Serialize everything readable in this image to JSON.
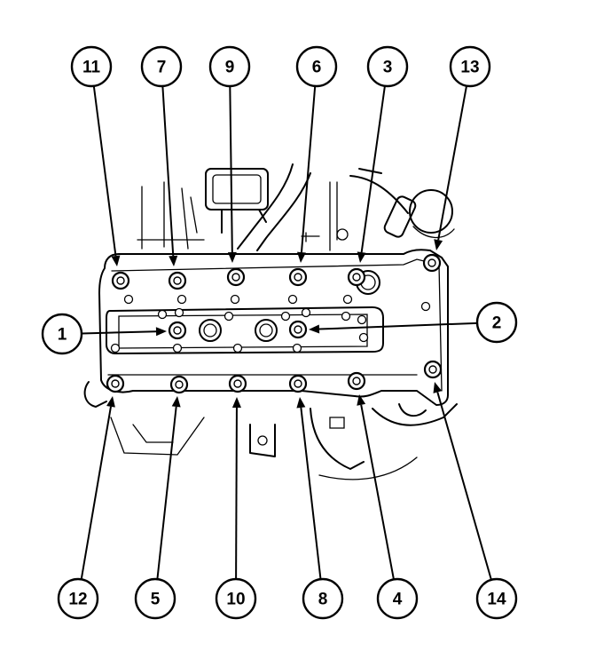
{
  "diagram": {
    "colors": {
      "ink": "#000000",
      "paper": "#ffffff"
    },
    "callouts": [
      {
        "id": "c11",
        "label": "11"
      },
      {
        "id": "c7",
        "label": "7"
      },
      {
        "id": "c9",
        "label": "9"
      },
      {
        "id": "c6",
        "label": "6"
      },
      {
        "id": "c3",
        "label": "3"
      },
      {
        "id": "c13",
        "label": "13"
      },
      {
        "id": "c1",
        "label": "1"
      },
      {
        "id": "c2",
        "label": "2"
      },
      {
        "id": "c12",
        "label": "12"
      },
      {
        "id": "c5",
        "label": "5"
      },
      {
        "id": "c10",
        "label": "10"
      },
      {
        "id": "c8",
        "label": "8"
      },
      {
        "id": "c4",
        "label": "4"
      },
      {
        "id": "c14",
        "label": "14"
      }
    ]
  }
}
